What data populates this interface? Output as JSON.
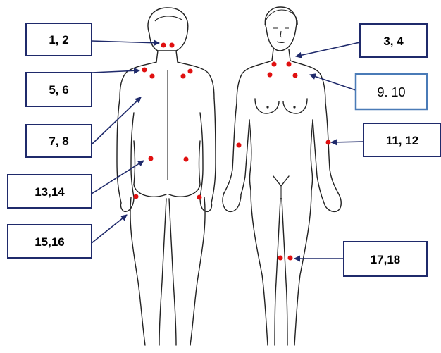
{
  "colors": {
    "point": "#e01010",
    "box_border": "#1f2a6b",
    "box_border_alt": "#4a7bb7",
    "arrow": "#1f2a6b",
    "outline": "#222222"
  },
  "labels": {
    "l_1_2": "1, 2",
    "l_3_4": "3, 4",
    "l_5_6": "5, 6",
    "l_9_10": "9. 10",
    "l_7_8": "7, 8",
    "l_11_12": "11, 12",
    "l_13_14": "13,14",
    "l_15_16": "15,16",
    "l_17_18": "17,18"
  }
}
